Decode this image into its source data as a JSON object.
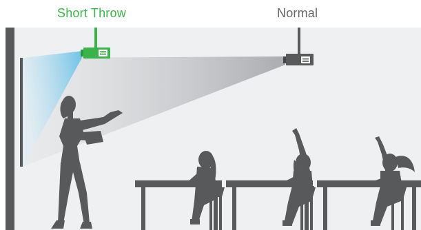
{
  "labels": {
    "short_throw": "Short Throw",
    "normal": "Normal"
  },
  "colors": {
    "short_throw_accent": "#3cb34a",
    "normal_text": "#666666",
    "room_bg": "#eff0f2",
    "silhouette": "#58595b",
    "short_beam": "#6cc1e6",
    "normal_beam": "#a6a8ab"
  },
  "icons": {
    "short_throw_projector": "projector-icon",
    "normal_projector": "projector-icon",
    "presenter": "presenter-silhouette",
    "students": "student-silhouette"
  }
}
